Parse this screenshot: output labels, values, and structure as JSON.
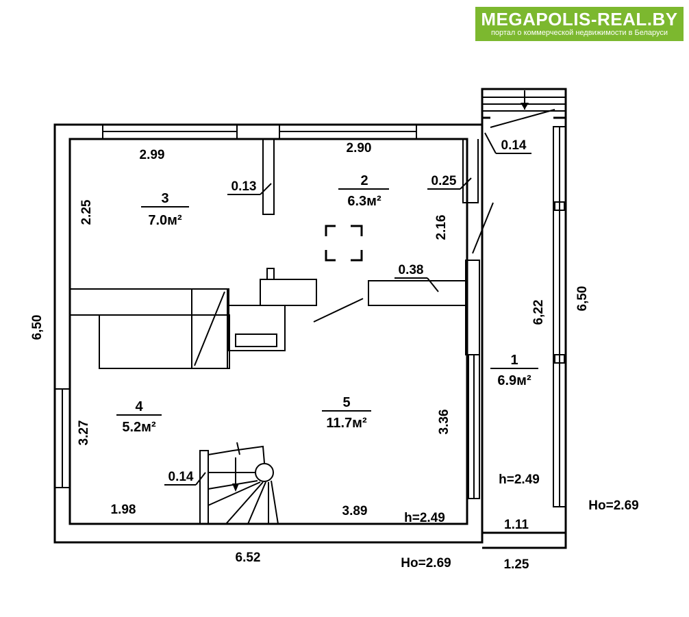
{
  "brand": {
    "title": "MEGAPOLIS-REAL.BY",
    "subtitle": "портал о коммерческой недвижимости в Беларуси",
    "color": "#7cb82f"
  },
  "rooms": {
    "r1": {
      "num": "1",
      "area": "6.9м²"
    },
    "r2": {
      "num": "2",
      "area": "6.3м²"
    },
    "r3": {
      "num": "3",
      "area": "7.0м²"
    },
    "r4": {
      "num": "4",
      "area": "5.2м²"
    },
    "r5": {
      "num": "5",
      "area": "11.7м²"
    }
  },
  "dims": {
    "top_left": "2.99",
    "top_mid": "2.90",
    "left_upper": "2.25",
    "left_outer": "6,50",
    "left_lower": "3.27",
    "right_inner_upper": "2.16",
    "right_inner_lower": "3.36",
    "corridor_height": "6,22",
    "right_outer": "6,50",
    "wall_013": "0.13",
    "wall_025": "0.25",
    "wall_014_top": "0.14",
    "wall_038": "0.38",
    "wall_014_stair": "0.14",
    "bottom_left": "1.98",
    "bottom_mid": "3.89",
    "h_main": "h=2.49",
    "h_corridor": "h=2.49",
    "corridor_width_inner": "1.11",
    "corridor_width_outer": "1.25",
    "bottom_overall": "6.52",
    "ho_bottom": "Ho=2.69",
    "ho_right": "Ho=2.69"
  }
}
